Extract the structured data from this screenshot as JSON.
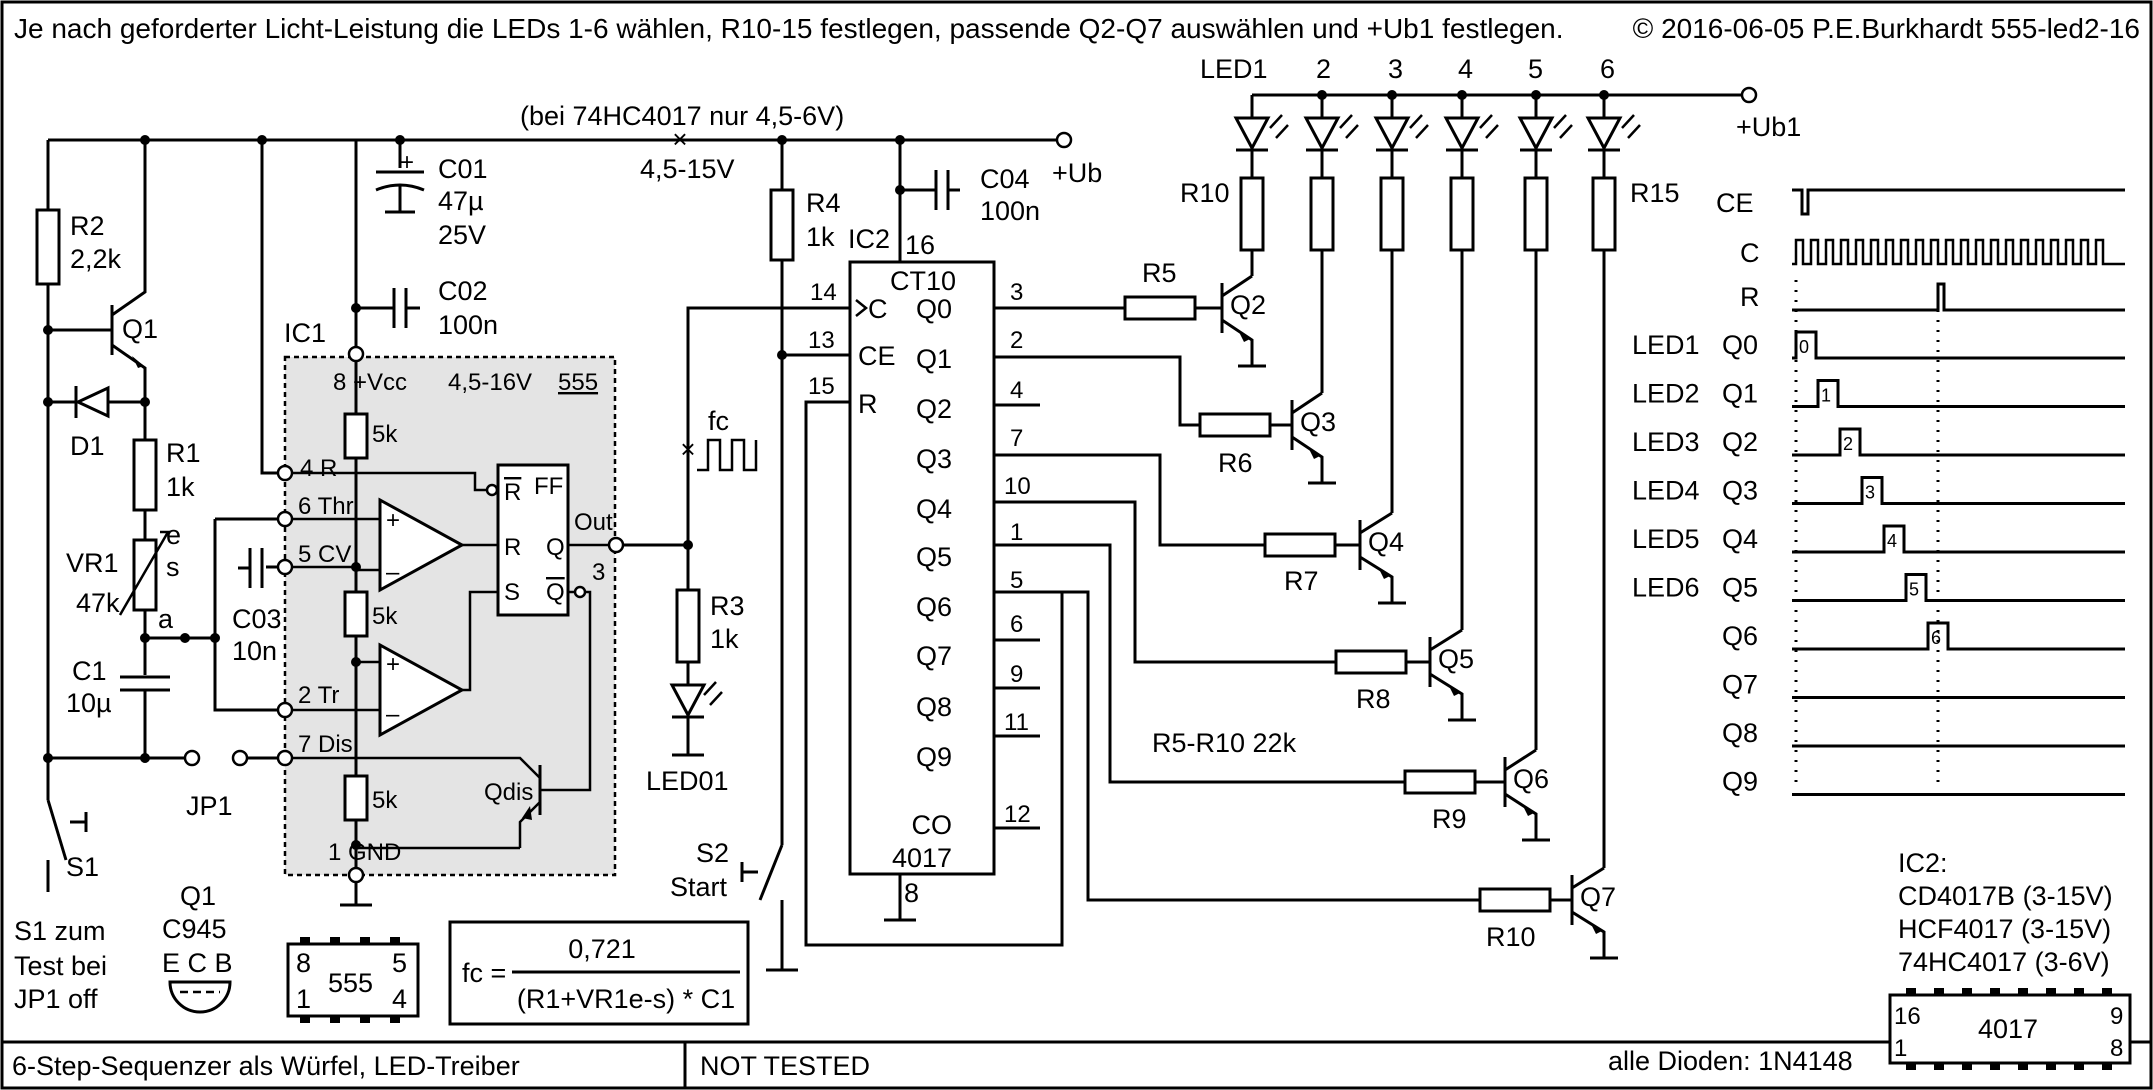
{
  "header": {
    "instruction": "Je nach geforderter Licht-Leistung die LEDs 1-6 wählen, R10-15 festlegen,  passende Q2-Q7 auswählen und +Ub1 festlegen.",
    "copyright": "© 2016-06-05 P.E.Burkhardt 555-led2-16"
  },
  "supply": {
    "note": "(bei 74HC4017 nur 4,5-6V)",
    "range": "4,5-15V",
    "ub": "+Ub",
    "ub1": "+Ub1"
  },
  "ic1": {
    "ref": "IC1",
    "pin8": "8 +Vcc",
    "supply": "4,5-16V",
    "type": "555",
    "pin4": "4 R",
    "pin6": "6 Thr",
    "pin5": "5 CV",
    "pin2": "2 Tr",
    "pin7": "7 Dis",
    "pin1": "1  GND",
    "out": "Out",
    "pin3": "3",
    "r5k": "5k",
    "ff": "FF",
    "qdis": "Qdis"
  },
  "parts": {
    "r2": "R2",
    "r2v": "2,2k",
    "q1": "Q1",
    "d1": "D1",
    "r1": "R1",
    "r1v": "1k",
    "vr1": "VR1",
    "vr1v": "47k",
    "vr1e": "e",
    "vr1s": "s",
    "vr1a": "a",
    "c1": "C1",
    "c1v": "10µ",
    "jp1": "JP1",
    "s1": "S1",
    "s1note1": "S1 zum",
    "s1note2": "Test bei",
    "s1note3": "JP1 off",
    "c01": "C01",
    "c01v": "47µ",
    "c01u": "25V",
    "c02": "C02",
    "c02v": "100n",
    "c03": "C03",
    "c03v": "10n",
    "c04": "C04",
    "c04v": "100n",
    "fc": "fc",
    "r3": "R3",
    "r3v": "1k",
    "led01": "LED01",
    "r4": "R4",
    "r4v": "1k",
    "s2": "S2",
    "s2name": "Start"
  },
  "ic2": {
    "ref": "IC2",
    "pin16": "16",
    "ct10": "CT10",
    "name": "4017",
    "pin8": "8"
  },
  "drivers": {
    "r5": "R5",
    "r6": "R6",
    "r7": "R7",
    "r8": "R8",
    "r9": "R9",
    "r10b": "R10",
    "note": "R5-R10  22k",
    "transistors": [
      "Q2",
      "Q3",
      "Q4",
      "Q5",
      "Q6",
      "Q7"
    ]
  },
  "leds": {
    "labels": [
      "LED1",
      "2",
      "3",
      "4",
      "5",
      "6"
    ],
    "r10": "R10",
    "r15": "R15"
  },
  "timing": {
    "signals": [
      "CE",
      "C",
      "R"
    ],
    "rows": [
      {
        "led": "LED1",
        "q": "Q0",
        "step": "0"
      },
      {
        "led": "LED2",
        "q": "Q1",
        "step": "1"
      },
      {
        "led": "LED3",
        "q": "Q2",
        "step": "2"
      },
      {
        "led": "LED4",
        "q": "Q3",
        "step": "3"
      },
      {
        "led": "LED5",
        "q": "Q4",
        "step": "4"
      },
      {
        "led": "LED6",
        "q": "Q5",
        "step": "5"
      },
      {
        "led": "",
        "q": "Q6",
        "step": "6"
      },
      {
        "led": "",
        "q": "Q7",
        "step": ""
      },
      {
        "led": "",
        "q": "Q8",
        "step": ""
      },
      {
        "led": "",
        "q": "Q9",
        "step": ""
      }
    ]
  },
  "pinout": {
    "q1": "Q1",
    "q1type": "C945",
    "ecb": "E C B",
    "chip555": "555"
  },
  "formula": {
    "lhs": "fc =",
    "numerator": "0,721",
    "denominator": "(R1+VR1e-s) * C1"
  },
  "ic2variants": {
    "title": "IC2:",
    "list": [
      "CD4017B (3-15V)",
      "HCF4017 (3-15V)",
      "74HC4017 (3-6V)"
    ],
    "chip": "4017"
  },
  "footer": {
    "title": "6-Step-Sequenzer als Würfel, LED-Treiber",
    "status": "NOT TESTED",
    "diodes": "alle Dioden: 1N4148"
  }
}
